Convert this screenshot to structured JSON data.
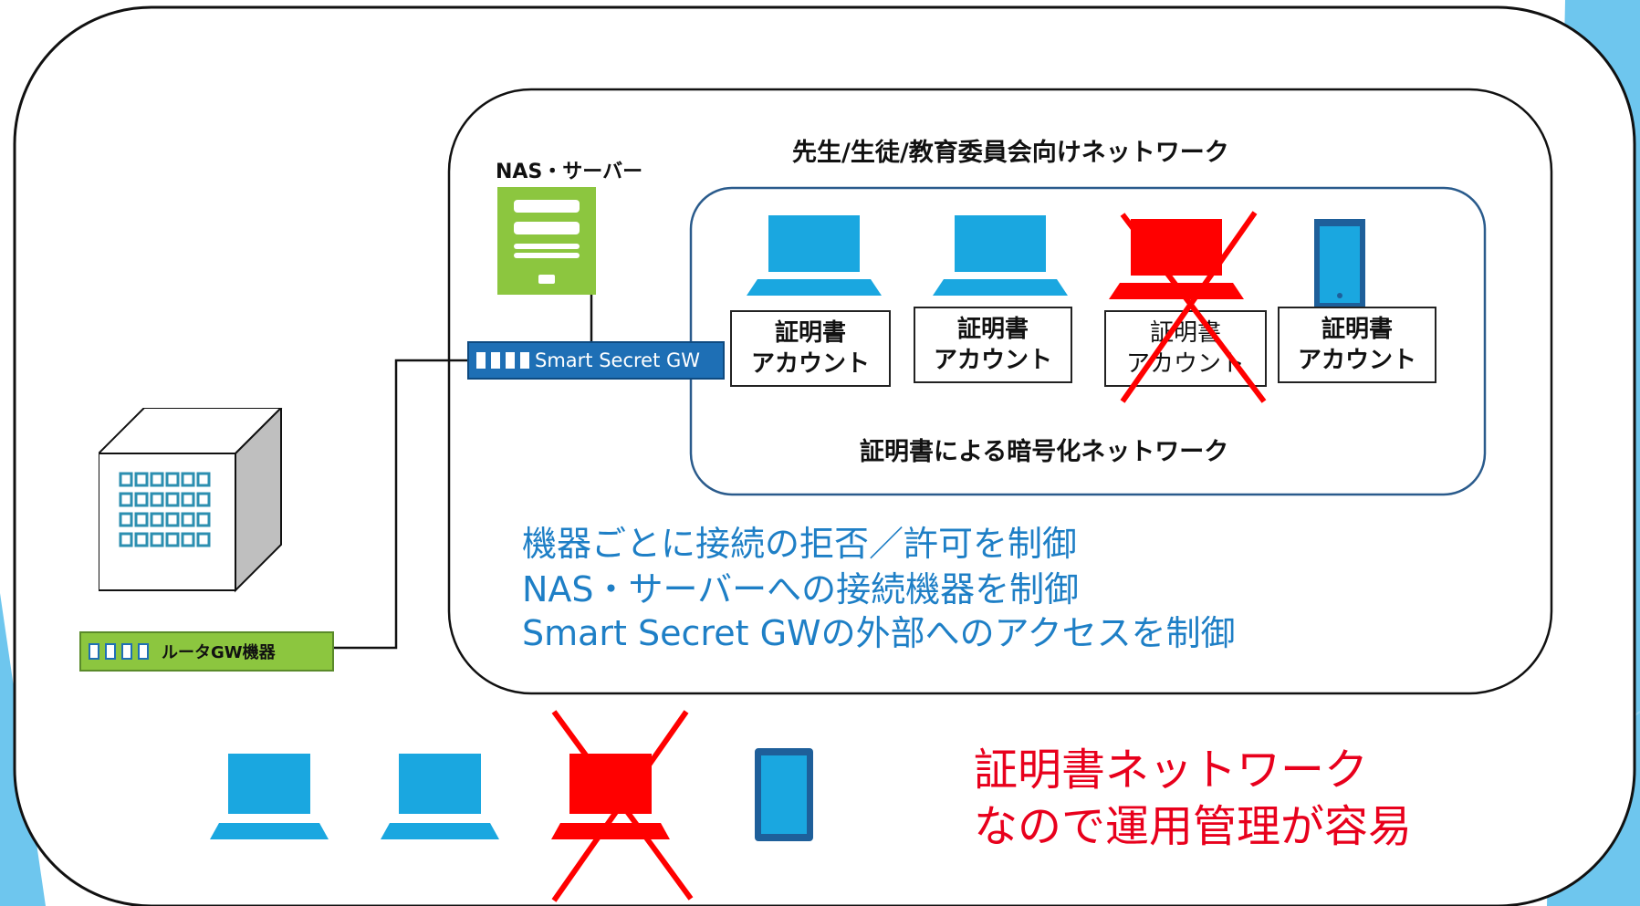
{
  "diagram": {
    "nas_label": "NAS・サーバー",
    "network_title": "先生/生徒/教育委員会向けネットワーク",
    "cert_network_label": "証明書による暗号化ネットワーク",
    "gateway_label": "Smart Secret GW",
    "router_label": "ルータGW機器",
    "devices": [
      {
        "type": "laptop",
        "line1": "証明書",
        "line2": "アカウント",
        "revoked": false
      },
      {
        "type": "laptop",
        "line1": "証明書",
        "line2": "アカウント",
        "revoked": false
      },
      {
        "type": "laptop",
        "line1": "証明書",
        "line2": "アカウント",
        "revoked": true
      },
      {
        "type": "tablet",
        "line1": "証明書",
        "line2": "アカウント",
        "revoked": false
      }
    ],
    "features": [
      "機器ごとに接続の拒否／許可を制御",
      "NAS・サーバーへの接続機器を制御",
      "Smart Secret GWの外部へのアクセスを制御"
    ],
    "message_lines": [
      "証明書ネットワーク",
      "なので運用管理が容易"
    ],
    "colors": {
      "device_blue": "#1aa7e0",
      "revoked_red": "#ff0000",
      "nas_green": "#8cc63f",
      "gateway_blue": "#1e6fb5",
      "accent_text_blue": "#1e7fc6",
      "message_red": "#e8001c",
      "slide_accent": "#6ec6ee"
    }
  }
}
